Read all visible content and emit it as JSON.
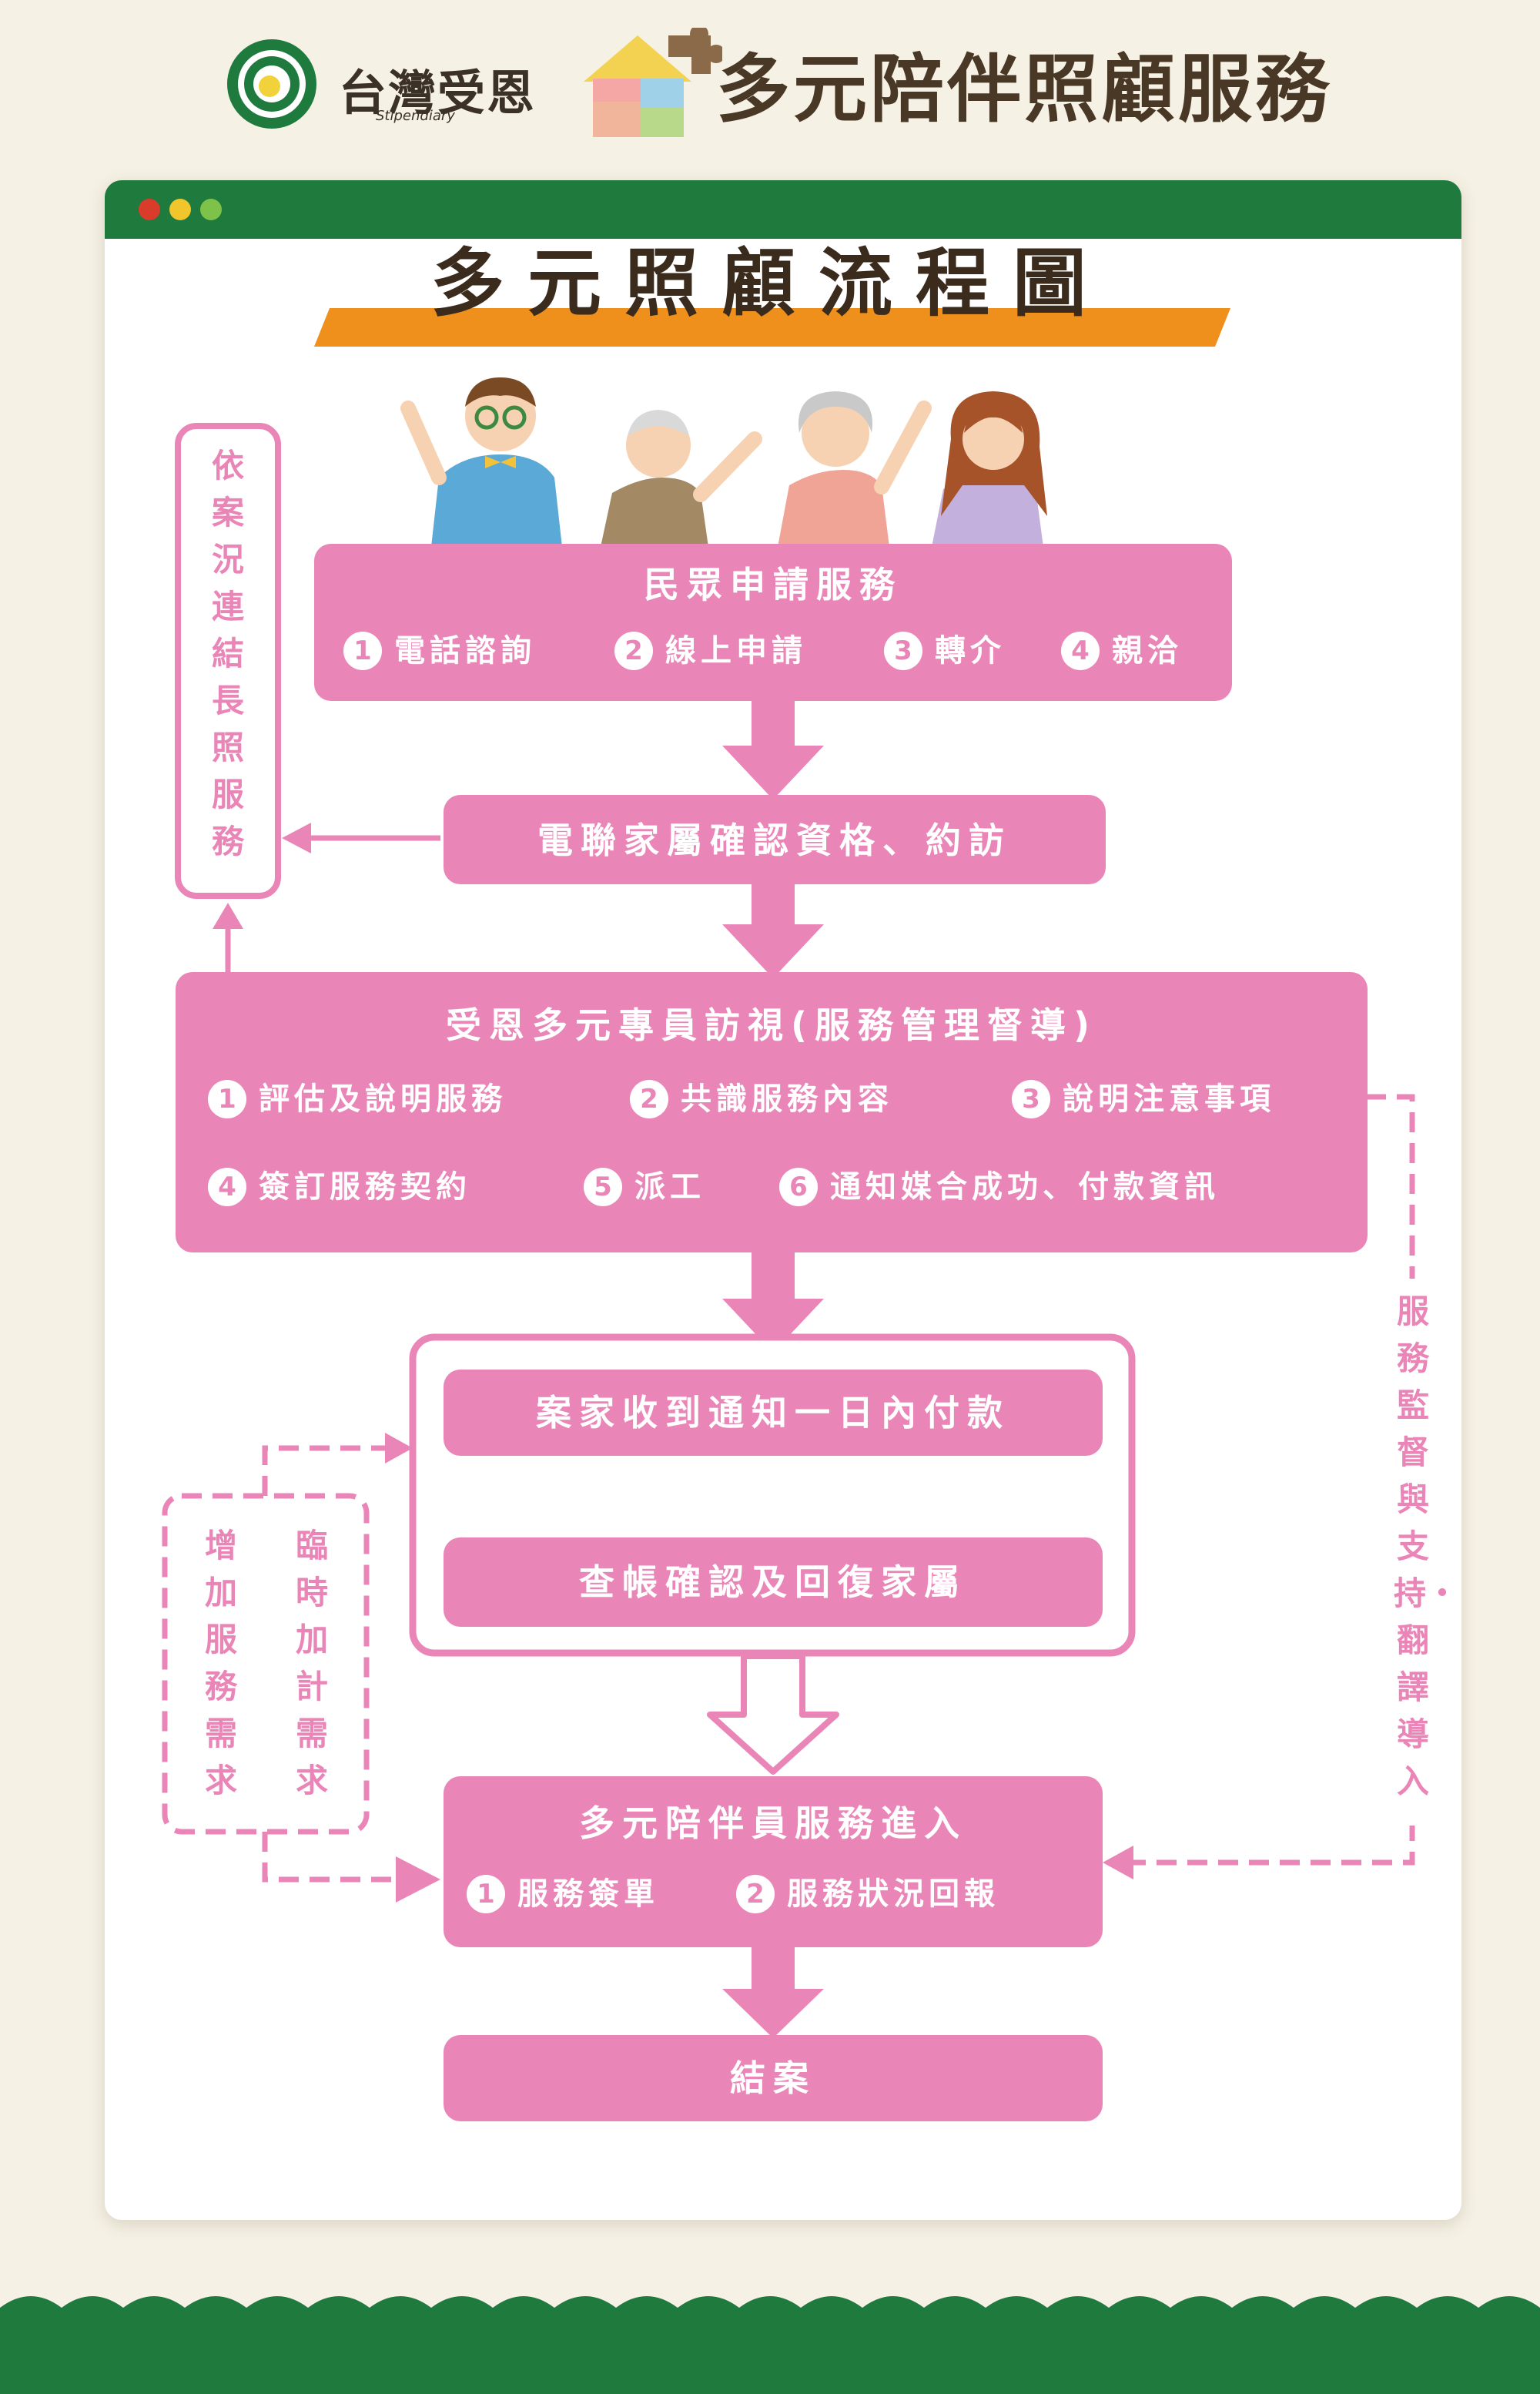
{
  "header": {
    "logo_text": "台灣受恩",
    "logo_subtext": "Stipendiary",
    "page_title": "多元陪伴照顧服務"
  },
  "diagram": {
    "title": "多元照顧流程圖",
    "apply": {
      "title": "民眾申請服務",
      "items": [
        {
          "num": "1",
          "label": "電話諮詢"
        },
        {
          "num": "2",
          "label": "線上申請"
        },
        {
          "num": "3",
          "label": "轉介"
        },
        {
          "num": "4",
          "label": "親洽"
        }
      ]
    },
    "confirm": {
      "title": "電聯家屬確認資格、約訪"
    },
    "visit": {
      "title": "受恩多元專員訪視(服務管理督導)",
      "items": [
        {
          "num": "1",
          "label": "評估及說明服務"
        },
        {
          "num": "2",
          "label": "共識服務內容"
        },
        {
          "num": "3",
          "label": "說明注意事項"
        },
        {
          "num": "4",
          "label": "簽訂服務契約"
        },
        {
          "num": "5",
          "label": "派工"
        },
        {
          "num": "6",
          "label": "通知媒合成功、付款資訊"
        }
      ]
    },
    "payment": {
      "title": "案家收到通知一日內付款"
    },
    "check": {
      "title": "查帳確認及回復家屬"
    },
    "service": {
      "title": "多元陪伴員服務進入",
      "items": [
        {
          "num": "1",
          "label": "服務簽單"
        },
        {
          "num": "2",
          "label": "服務狀況回報"
        }
      ]
    },
    "close": {
      "title": "結案"
    },
    "side_ltc": "依案況連結長照服務",
    "side_add_service": "增加服務需求",
    "side_temp_need": "臨時加計需求",
    "side_supervision": "服務監督與支持・翻譯導入"
  },
  "colors": {
    "pink": "#ea86b7",
    "green": "#1f7a3e",
    "orange": "#ef8f1c",
    "background": "#f5f1e4"
  }
}
